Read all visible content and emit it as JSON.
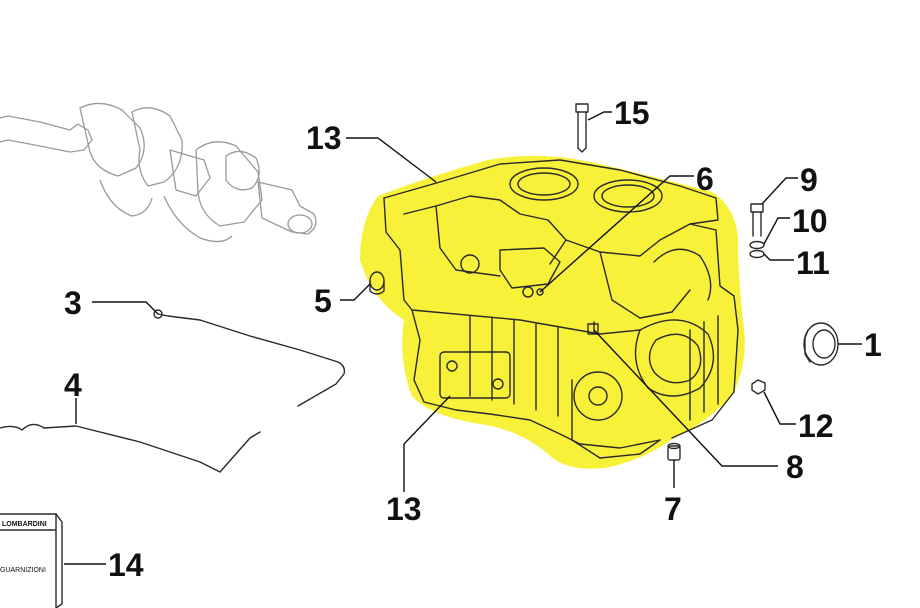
{
  "diagram": {
    "colors": {
      "highlight": "#f8f13a",
      "ink": "#111111",
      "ghost_part": "#9a9a9a"
    },
    "callouts": [
      {
        "id": "1",
        "label": "1"
      },
      {
        "id": "3",
        "label": "3"
      },
      {
        "id": "4",
        "label": "4"
      },
      {
        "id": "5",
        "label": "5"
      },
      {
        "id": "6",
        "label": "6"
      },
      {
        "id": "7",
        "label": "7"
      },
      {
        "id": "8",
        "label": "8"
      },
      {
        "id": "9",
        "label": "9"
      },
      {
        "id": "10",
        "label": "10"
      },
      {
        "id": "11",
        "label": "11"
      },
      {
        "id": "12",
        "label": "12"
      },
      {
        "id": "13a",
        "label": "13"
      },
      {
        "id": "13b",
        "label": "13"
      },
      {
        "id": "14",
        "label": "14"
      },
      {
        "id": "15",
        "label": "15"
      }
    ],
    "gasket_kit": {
      "brand": "LOMBARDINI",
      "text": "GUARNIZIONI"
    }
  }
}
